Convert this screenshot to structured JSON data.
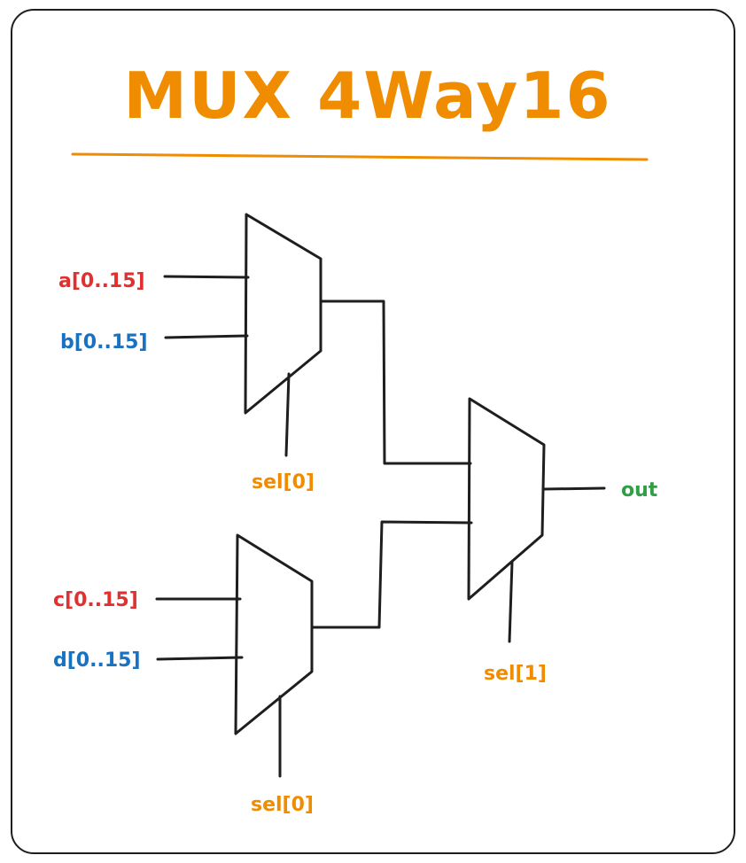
{
  "title": "MUX 4Way16",
  "colors": {
    "title": "#f08c00",
    "input_red": "#e03131",
    "input_blue": "#1971c2",
    "select": "#f08c00",
    "output": "#2f9e44",
    "wire": "#1e1e1e"
  },
  "inputs": {
    "a": "a[0..15]",
    "b": "b[0..15]",
    "c": "c[0..15]",
    "d": "d[0..15]"
  },
  "selects": {
    "top_mux": "sel[0]",
    "bottom_mux": "sel[0]",
    "final_mux": "sel[1]"
  },
  "output": "out"
}
